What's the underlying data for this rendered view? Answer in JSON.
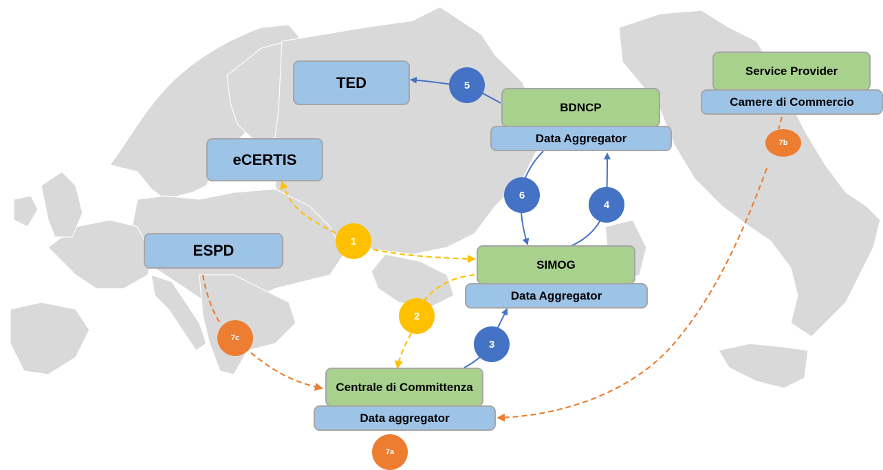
{
  "colors": {
    "map_land": "#d9d9d9",
    "map_border": "#ffffff",
    "box_blue": "#9dc3e6",
    "box_green": "#a9d18e",
    "box_border": "#a6a6a6",
    "flow_blue": "#4472c4",
    "flow_yellow": "#ffc000",
    "flow_orange": "#ed7d31"
  },
  "nodes": {
    "ted": "TED",
    "ecertis": "eCERTIS",
    "espd": "ESPD",
    "bdncp": "BDNCP",
    "bdncp_aggregator": "Data Aggregator",
    "simog": "SIMOG",
    "simog_aggregator": "Data Aggregator",
    "centrale": "Centrale di Committenza",
    "centrale_aggregator": "Data aggregator",
    "service_provider": "Service Provider",
    "camere": "Camere di Commercio"
  },
  "steps": [
    {
      "id": "1",
      "label": "1",
      "color": "yellow",
      "from": "SIMOG",
      "to": [
        "eCERTIS",
        "SIMOG"
      ],
      "style": "dashed"
    },
    {
      "id": "2",
      "label": "2",
      "color": "yellow",
      "from": "SIMOG",
      "to": [
        "Centrale di Committenza"
      ],
      "style": "dashed"
    },
    {
      "id": "3",
      "label": "3",
      "color": "blue",
      "from": "Centrale di Committenza",
      "to": [
        "SIMOG Data Aggregator"
      ],
      "style": "solid"
    },
    {
      "id": "4",
      "label": "4",
      "color": "blue",
      "from": "SIMOG",
      "to": [
        "BDNCP Data Aggregator"
      ],
      "style": "solid"
    },
    {
      "id": "5",
      "label": "5",
      "color": "blue",
      "from": "BDNCP",
      "to": [
        "TED"
      ],
      "style": "solid"
    },
    {
      "id": "6",
      "label": "6",
      "color": "blue",
      "from": "BDNCP Data Aggregator",
      "to": [
        "SIMOG"
      ],
      "style": "solid"
    },
    {
      "id": "7a",
      "label": "7a",
      "color": "orange",
      "from": "",
      "to": [],
      "style": "none"
    },
    {
      "id": "7b",
      "label": "7b",
      "color": "orange",
      "from": "Camere di Commercio",
      "to": [
        "Centrale Data aggregator"
      ],
      "style": "dashed"
    },
    {
      "id": "7c",
      "label": "7c",
      "color": "orange",
      "from": "ESPD",
      "to": [
        "Centrale di Committenza"
      ],
      "style": "dashed"
    }
  ]
}
